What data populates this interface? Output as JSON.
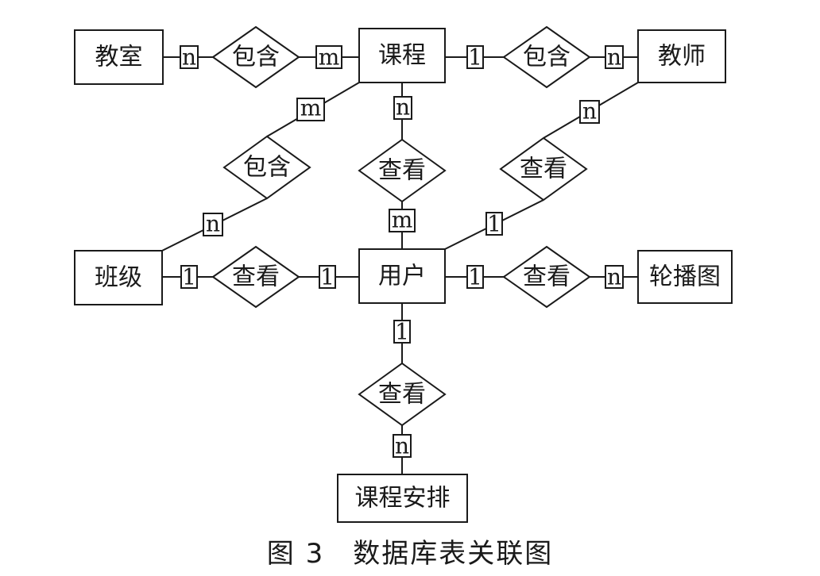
{
  "entities": {
    "classroom": "教室",
    "course": "课程",
    "teacher": "教师",
    "class": "班级",
    "user": "用户",
    "carousel": "轮播图",
    "schedule": "课程安排"
  },
  "relationships": {
    "classroom_course": "包含",
    "course_teacher": "包含",
    "course_class": "包含",
    "course_user": "查看",
    "teacher_user": "查看",
    "class_user": "查看",
    "user_carousel": "查看",
    "user_schedule": "查看"
  },
  "cardinalities": {
    "classroom_course_classroom": "n",
    "classroom_course_course": "m",
    "course_teacher_course": "1",
    "course_teacher_teacher": "n",
    "course_class_course": "m",
    "course_class_class": "n",
    "course_user_course": "n",
    "course_user_user": "m",
    "teacher_user_teacher": "n",
    "teacher_user_user": "1",
    "class_user_class": "1",
    "class_user_user": "1",
    "user_carousel_user": "1",
    "user_carousel_carousel": "n",
    "user_schedule_user": "1",
    "user_schedule_schedule": "n"
  },
  "caption": {
    "figure": "图 3",
    "title": "数据库表关联图"
  }
}
